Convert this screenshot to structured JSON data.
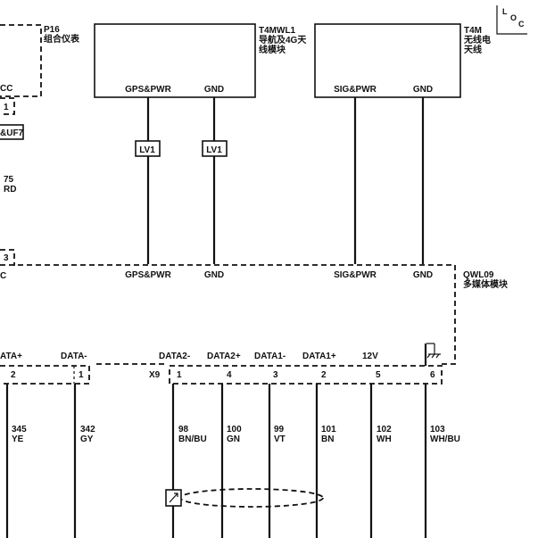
{
  "connectors": {
    "p16": {
      "id": "P16",
      "name": "组合仪表",
      "pin_label": "CC",
      "pin_num": "1",
      "fuse": "&UF7",
      "wire_num": "75",
      "wire_color": "RD",
      "bottom_num": "3",
      "bottom_label": "C"
    },
    "t4mwl1": {
      "id": "T4MWL1",
      "name_line1": "导航及4G天",
      "name_line2": "线模块",
      "pins": [
        "GPS&PWR",
        "GND"
      ],
      "inline": [
        "LV1",
        "LV1"
      ]
    },
    "t4m": {
      "id": "T4M",
      "name_line1": "无线电",
      "name_line2": "天线",
      "pins": [
        "SIG&PWR",
        "GND"
      ]
    },
    "qwl09": {
      "id": "QWL09",
      "name": "多媒体模块",
      "pins": [
        "GPS&PWR",
        "GND",
        "SIG&PWR",
        "GND"
      ]
    },
    "x9": {
      "id": "X9"
    }
  },
  "loc_icon": {
    "letters": [
      "L",
      "O",
      "C"
    ]
  },
  "bottom_signals": [
    {
      "label": "ATA+",
      "pin": "2",
      "wire_num": "345",
      "wire_color": "YE"
    },
    {
      "label": "DATA-",
      "pin": "1",
      "wire_num": "342",
      "wire_color": "GY"
    },
    {
      "label": "DATA2-",
      "pin": "1",
      "wire_num": "98",
      "wire_color": "BN/BU"
    },
    {
      "label": "DATA2+",
      "pin": "4",
      "wire_num": "100",
      "wire_color": "GN"
    },
    {
      "label": "DATA1-",
      "pin": "3",
      "wire_num": "99",
      "wire_color": "VT"
    },
    {
      "label": "DATA1+",
      "pin": "2",
      "wire_num": "101",
      "wire_color": "BN"
    },
    {
      "label": "12V",
      "pin": "5",
      "wire_num": "102",
      "wire_color": "WH"
    },
    {
      "label": "",
      "pin": "6",
      "wire_num": "103",
      "wire_color": "WH/BU"
    }
  ]
}
